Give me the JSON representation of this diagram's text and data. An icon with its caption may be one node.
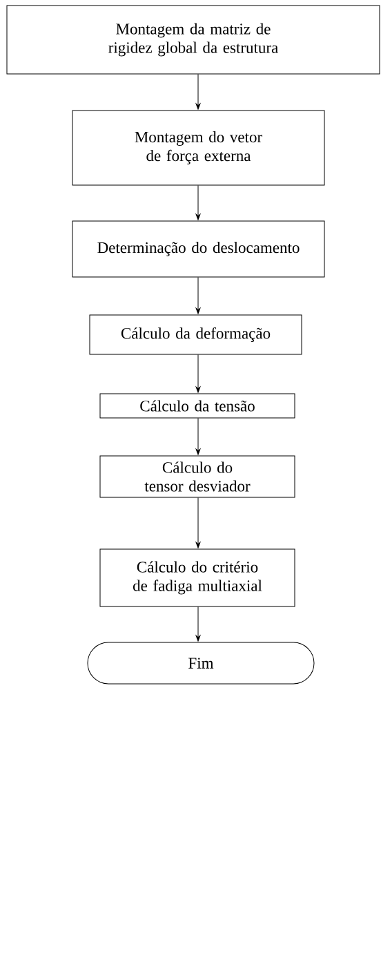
{
  "diagram": {
    "nodes": [
      {
        "text": [
          "Montagem da matriz de rigidez global da estrutura"
        ]
      },
      {
        "text": [
          "Montagem do vetor de força externa"
        ]
      },
      {
        "text": [
          "Determinação do deslocamento"
        ]
      },
      {
        "text": [
          "Cálculo da deformação"
        ]
      },
      {
        "text": [
          "Cálculo da tensão"
        ]
      },
      {
        "text": [
          "Cálculo do tensor desviador"
        ]
      },
      {
        "text": [
          "Cálculo do critério de fadiga multiaxial"
        ]
      },
      {
        "text": [
          "Fim"
        ]
      }
    ],
    "edges": [
      {
        "from": 0,
        "to": 1,
        "arrow": "to"
      },
      {
        "from": 1,
        "to": 2,
        "arrow": "to"
      },
      {
        "from": 2,
        "to": 3,
        "arrow": "to"
      },
      {
        "from": 3,
        "to": 4,
        "arrow": "to"
      },
      {
        "from": 4,
        "to": 5,
        "arrow": "to"
      },
      {
        "from": 5,
        "to": 6,
        "arrow": "to"
      },
      {
        "from": 6,
        "to": 7,
        "arrow": "to"
      }
    ]
  }
}
